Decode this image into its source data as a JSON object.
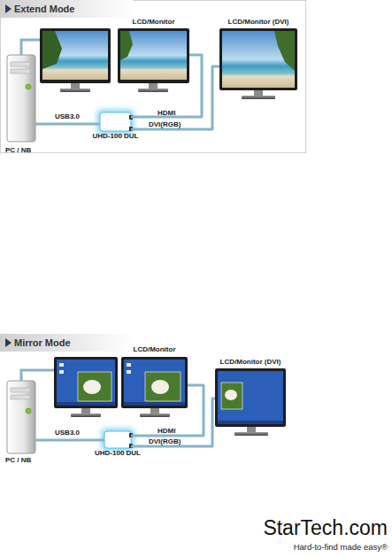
{
  "diagram": {
    "nodes": [
      {
        "text": [
          "LCD/Monitor"
        ]
      },
      {
        "text": [
          "LCD/Monitor (DVI)"
        ]
      },
      {
        "text": [
          "PC / NB"
        ]
      },
      {
        "text": [
          "UHD-100 DUL"
        ]
      },
      {
        "text": [
          "LCD/Monitor"
        ]
      },
      {
        "text": [
          "LCD/Monitor (DVI)"
        ]
      },
      {
        "text": [
          "PC / NB"
        ]
      },
      {
        "text": [
          "UHD-100 DUL"
        ]
      }
    ],
    "edges": [
      {
        "from": 2,
        "to": 3,
        "label": "USB3.0",
        "arrow": "none"
      },
      {
        "from": 3,
        "to": 0,
        "label": "HDMI",
        "arrow": "none"
      },
      {
        "from": 3,
        "to": 1,
        "label": "DVI(RGB)",
        "arrow": "none"
      },
      {
        "from": 6,
        "to": 7,
        "label": "USB3.0",
        "arrow": "none"
      },
      {
        "from": 7,
        "to": 4,
        "label": "HDMI",
        "arrow": "none"
      },
      {
        "from": 7,
        "to": 5,
        "label": "DVI(RGB)",
        "arrow": "none"
      }
    ],
    "labels": [
      "Extend Mode",
      "Mirror Mode",
      "StarTech.com",
      "Hard-to-find made easy®"
    ]
  }
}
